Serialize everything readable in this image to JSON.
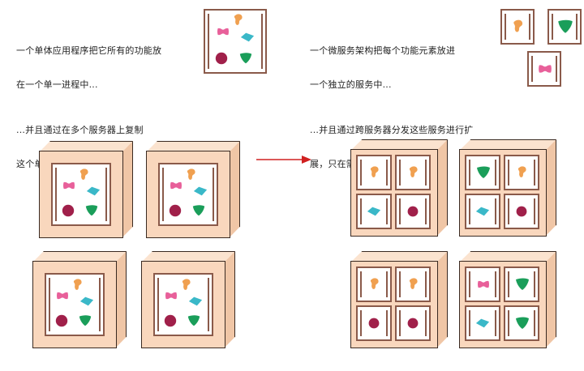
{
  "captions": {
    "monolith_desc_1": "一个单体应用程序把它所有的功能放",
    "monolith_desc_2": "在一个单一进程中...",
    "microservice_desc_1": "一个微服务架构把每个功能元素放进",
    "microservice_desc_2": "一个独立的服务中...",
    "monolith_scale_1": "...并且通过在多个服务器上复制",
    "monolith_scale_2": "这个单体进行扩展",
    "microservice_scale_1": "...并且通过跨服务器分发这些服务进行扩",
    "microservice_scale_2": "展，只在需要时才复制."
  },
  "colors": {
    "orange": "#f0a050",
    "pink": "#e8609a",
    "teal": "#3ab8c8",
    "maroon": "#a0204a",
    "green": "#1a9e5a",
    "frame": "#8a5a4a",
    "server_face": "#f9d7bd",
    "arrow": "#d02020"
  },
  "shapes": {
    "orange_blob": "orange-blob-icon",
    "pink_bowtie": "pink-bowtie-icon",
    "teal_diamond": "teal-diamond-icon",
    "maroon_circle": "maroon-circle-icon",
    "green_triangle": "green-triangle-icon"
  }
}
